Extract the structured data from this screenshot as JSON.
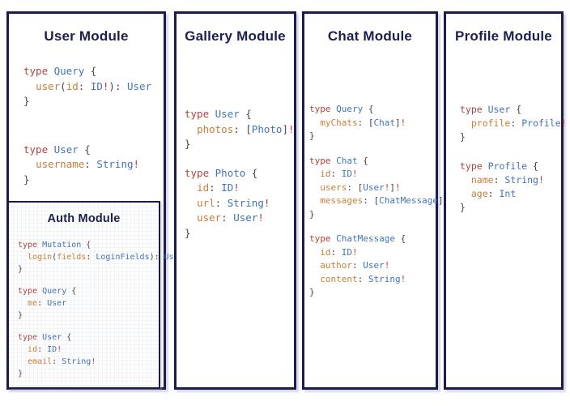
{
  "colors": {
    "panel_border": "#1b1b4d",
    "title_text": "#1b2050",
    "keyword": "#b04540",
    "type_name": "#4273b8",
    "field_name": "#c87e36",
    "bang": "#c13c33",
    "punctuation": "#45454f"
  },
  "modules": {
    "user": {
      "title": "User Module",
      "code": [
        [
          [
            [
              "kw",
              "type "
            ],
            [
              "ty",
              "Query"
            ],
            [
              "pn",
              " {"
            ]
          ],
          [
            [
              "pn",
              "  "
            ],
            [
              "fl",
              "user"
            ],
            [
              "pn",
              "("
            ],
            [
              "fl",
              "id"
            ],
            [
              "pn",
              ": "
            ],
            [
              "ty",
              "ID"
            ],
            [
              "bg",
              "!"
            ],
            [
              "pn",
              "): "
            ],
            [
              "ty",
              "User"
            ]
          ],
          [
            [
              "pn",
              "}"
            ]
          ]
        ],
        [
          [
            [
              "kw",
              "type "
            ],
            [
              "ty",
              "User"
            ],
            [
              "pn",
              " {"
            ]
          ],
          [
            [
              "pn",
              "  "
            ],
            [
              "fl",
              "username"
            ],
            [
              "pn",
              ": "
            ],
            [
              "ty",
              "String"
            ],
            [
              "bg",
              "!"
            ]
          ],
          [
            [
              "pn",
              "}"
            ]
          ]
        ]
      ]
    },
    "auth": {
      "title": "Auth Module",
      "code": [
        [
          [
            [
              "kw",
              "type "
            ],
            [
              "ty",
              "Mutation"
            ],
            [
              "pn",
              " {"
            ]
          ],
          [
            [
              "pn",
              "  "
            ],
            [
              "fl",
              "login"
            ],
            [
              "pn",
              "("
            ],
            [
              "fl",
              "fields"
            ],
            [
              "pn",
              ": "
            ],
            [
              "ty",
              "LoginFields"
            ],
            [
              "pn",
              "): "
            ],
            [
              "ty",
              "User"
            ]
          ],
          [
            [
              "pn",
              "}"
            ]
          ]
        ],
        [
          [
            [
              "kw",
              "type "
            ],
            [
              "ty",
              "Query"
            ],
            [
              "pn",
              " {"
            ]
          ],
          [
            [
              "pn",
              "  "
            ],
            [
              "fl",
              "me"
            ],
            [
              "pn",
              ": "
            ],
            [
              "ty",
              "User"
            ]
          ],
          [
            [
              "pn",
              "}"
            ]
          ]
        ],
        [
          [
            [
              "kw",
              "type "
            ],
            [
              "ty",
              "User"
            ],
            [
              "pn",
              " {"
            ]
          ],
          [
            [
              "pn",
              "  "
            ],
            [
              "fl",
              "id"
            ],
            [
              "pn",
              ": "
            ],
            [
              "ty",
              "ID"
            ],
            [
              "bg",
              "!"
            ]
          ],
          [
            [
              "pn",
              "  "
            ],
            [
              "fl",
              "email"
            ],
            [
              "pn",
              ": "
            ],
            [
              "ty",
              "String"
            ],
            [
              "bg",
              "!"
            ]
          ],
          [
            [
              "pn",
              "}"
            ]
          ]
        ]
      ]
    },
    "gallery": {
      "title": "Gallery Module",
      "code": [
        [
          [
            [
              "kw",
              "type "
            ],
            [
              "ty",
              "User"
            ],
            [
              "pn",
              " {"
            ]
          ],
          [
            [
              "pn",
              "  "
            ],
            [
              "fl",
              "photos"
            ],
            [
              "pn",
              ": ["
            ],
            [
              "ty",
              "Photo"
            ],
            [
              "pn",
              "]"
            ],
            [
              "bg",
              "!"
            ]
          ],
          [
            [
              "pn",
              "}"
            ]
          ]
        ],
        [
          [
            [
              "kw",
              "type "
            ],
            [
              "ty",
              "Photo"
            ],
            [
              "pn",
              " {"
            ]
          ],
          [
            [
              "pn",
              "  "
            ],
            [
              "fl",
              "id"
            ],
            [
              "pn",
              ": "
            ],
            [
              "ty",
              "ID"
            ],
            [
              "bg",
              "!"
            ]
          ],
          [
            [
              "pn",
              "  "
            ],
            [
              "fl",
              "url"
            ],
            [
              "pn",
              ": "
            ],
            [
              "ty",
              "String"
            ],
            [
              "bg",
              "!"
            ]
          ],
          [
            [
              "pn",
              "  "
            ],
            [
              "fl",
              "user"
            ],
            [
              "pn",
              ": "
            ],
            [
              "ty",
              "User"
            ],
            [
              "bg",
              "!"
            ]
          ],
          [
            [
              "pn",
              "}"
            ]
          ]
        ]
      ]
    },
    "chat": {
      "title": "Chat Module",
      "code": [
        [
          [
            [
              "kw",
              "type "
            ],
            [
              "ty",
              "Query"
            ],
            [
              "pn",
              " {"
            ]
          ],
          [
            [
              "pn",
              "  "
            ],
            [
              "fl",
              "myChats"
            ],
            [
              "pn",
              ": ["
            ],
            [
              "ty",
              "Chat"
            ],
            [
              "pn",
              "]"
            ],
            [
              "bg",
              "!"
            ]
          ],
          [
            [
              "pn",
              "}"
            ]
          ]
        ],
        [
          [
            [
              "kw",
              "type "
            ],
            [
              "ty",
              "Chat"
            ],
            [
              "pn",
              " {"
            ]
          ],
          [
            [
              "pn",
              "  "
            ],
            [
              "fl",
              "id"
            ],
            [
              "pn",
              ": "
            ],
            [
              "ty",
              "ID"
            ],
            [
              "bg",
              "!"
            ]
          ],
          [
            [
              "pn",
              "  "
            ],
            [
              "fl",
              "users"
            ],
            [
              "pn",
              ": ["
            ],
            [
              "ty",
              "User"
            ],
            [
              "bg",
              "!"
            ],
            [
              "pn",
              "]"
            ],
            [
              "bg",
              "!"
            ]
          ],
          [
            [
              "pn",
              "  "
            ],
            [
              "fl",
              "messages"
            ],
            [
              "pn",
              ": ["
            ],
            [
              "ty",
              "ChatMessage"
            ],
            [
              "pn",
              "]"
            ],
            [
              "bg",
              "!"
            ]
          ],
          [
            [
              "pn",
              "}"
            ]
          ]
        ],
        [
          [
            [
              "kw",
              "type "
            ],
            [
              "ty",
              "ChatMessage"
            ],
            [
              "pn",
              " {"
            ]
          ],
          [
            [
              "pn",
              "  "
            ],
            [
              "fl",
              "id"
            ],
            [
              "pn",
              ": "
            ],
            [
              "ty",
              "ID"
            ],
            [
              "bg",
              "!"
            ]
          ],
          [
            [
              "pn",
              "  "
            ],
            [
              "fl",
              "author"
            ],
            [
              "pn",
              ": "
            ],
            [
              "ty",
              "User"
            ],
            [
              "bg",
              "!"
            ]
          ],
          [
            [
              "pn",
              "  "
            ],
            [
              "fl",
              "content"
            ],
            [
              "pn",
              ": "
            ],
            [
              "ty",
              "String"
            ],
            [
              "bg",
              "!"
            ]
          ],
          [
            [
              "pn",
              "}"
            ]
          ]
        ]
      ]
    },
    "profile": {
      "title": "Profile Module",
      "code": [
        [
          [
            [
              "kw",
              "type "
            ],
            [
              "ty",
              "User"
            ],
            [
              "pn",
              " {"
            ]
          ],
          [
            [
              "pn",
              "  "
            ],
            [
              "fl",
              "profile"
            ],
            [
              "pn",
              ": "
            ],
            [
              "ty",
              "Profile"
            ],
            [
              "bg",
              "!"
            ]
          ],
          [
            [
              "pn",
              "}"
            ]
          ]
        ],
        [
          [
            [
              "kw",
              "type "
            ],
            [
              "ty",
              "Profile"
            ],
            [
              "pn",
              " {"
            ]
          ],
          [
            [
              "pn",
              "  "
            ],
            [
              "fl",
              "name"
            ],
            [
              "pn",
              ": "
            ],
            [
              "ty",
              "String"
            ],
            [
              "bg",
              "!"
            ]
          ],
          [
            [
              "pn",
              "  "
            ],
            [
              "fl",
              "age"
            ],
            [
              "pn",
              ": "
            ],
            [
              "ty",
              "Int"
            ]
          ],
          [
            [
              "pn",
              "}"
            ]
          ]
        ]
      ]
    }
  }
}
